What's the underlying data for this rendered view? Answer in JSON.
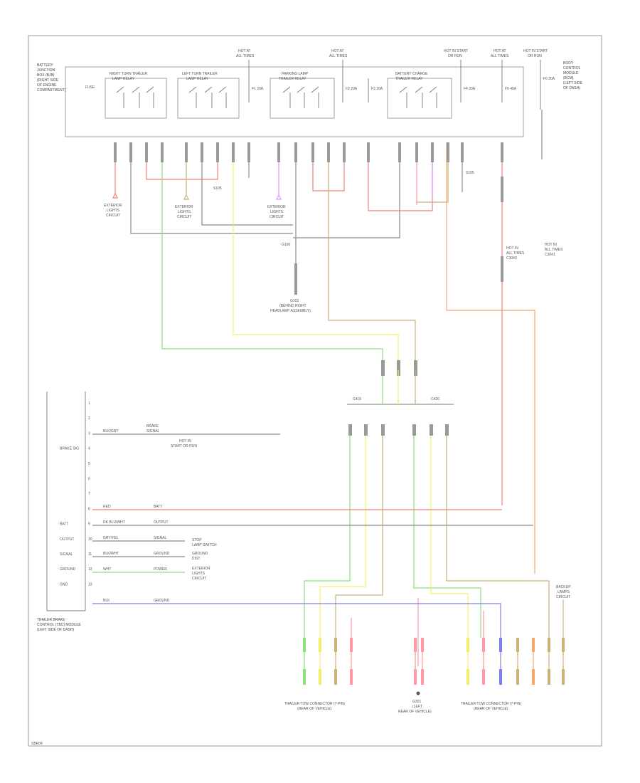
{
  "page": {
    "footer_code": "SBR04"
  },
  "colors": {
    "red": "#f08080",
    "pink": "#ff9aa2",
    "green": "#8de07a",
    "yellow": "#f2ee6a",
    "tan": "#c8b27a",
    "orange": "#f5a86a",
    "violet": "#d99af5",
    "blue": "#7f7ff0",
    "gray": "#8a8a8a",
    "black": "#555555",
    "frame": "#9a9a9a"
  },
  "top_module": {
    "name_lines": [
      "BATTERY",
      "JUNCTION",
      "BOX (BJB)",
      "(RIGHT SIDE",
      "OF ENGINE",
      "COMPARTMENT)"
    ],
    "fuse_label": "FUSE",
    "relays": [
      {
        "name": "RIGHT TURN TRAILER",
        "sub": "LAMP RELAY"
      },
      {
        "name": "LEFT TURN TRAILER",
        "sub": "LAMP RELAY"
      },
      {
        "name": "PARKING LAMP",
        "sub": "TRAILER RELAY"
      },
      {
        "name": "BATTERY CHARGE",
        "sub": "TRAILER RELAY"
      }
    ],
    "feeds": [
      {
        "line1": "HOT AT",
        "line2": "ALL TIMES"
      },
      {
        "line1": "HOT AT",
        "line2": "ALL TIMES"
      },
      {
        "line1": "HOT IN START",
        "line2": "OR RUN"
      },
      {
        "line1": "HOT AT",
        "line2": "ALL TIMES"
      },
      {
        "line1": "HOT IN START",
        "line2": "OR RUN"
      }
    ],
    "fuses": [
      "F1 20A",
      "F2 20A",
      "F3 20A",
      "F4 20A",
      "F5 40A",
      "F6 20A"
    ],
    "right_box_lines": [
      "BODY",
      "CONTROL",
      "MODULE",
      "(BCM)",
      "(LEFT SIDE",
      "OF DASH)"
    ]
  },
  "refs": [
    {
      "line1": "EXTERIOR",
      "line2": "LIGHTS",
      "line3": "CIRCUIT"
    },
    {
      "line1": "EXTERIOR",
      "line2": "LIGHTS",
      "line3": "CIRCUIT"
    },
    {
      "line1": "EXTERIOR",
      "line2": "LIGHTS",
      "line3": "CIRCUIT"
    }
  ],
  "splices": [
    "S105",
    "G100"
  ],
  "ground": {
    "name": "G102",
    "line1": "(BEHIND RIGHT",
    "line2": "HEADLAMP ASSEMBLY)"
  },
  "right_refs": [
    {
      "line1": "HOT IN",
      "line2": "ALL TIMES",
      "line3": "C3040"
    },
    {
      "line1": "HOT IN",
      "line2": "ALL TIMES",
      "line3": "C3041"
    }
  ],
  "mid_connectors": [
    "C419",
    "C420"
  ],
  "trailer_module": {
    "name_lines": [
      "TRAILER BRAKE",
      "CONTROL (TBC) MODULE",
      "(LEFT SIDE OF DASH)"
    ],
    "pins": [
      "1",
      "2",
      "3",
      "4",
      "5",
      "6",
      "7",
      "8",
      "9",
      "10",
      "11",
      "12",
      "13"
    ],
    "pin_labels": [
      "",
      "",
      "",
      "BRAKE SIG",
      "",
      "",
      "",
      "",
      "BATT",
      "OUTPUT",
      "SIGNAL",
      "GROUND",
      "GND"
    ],
    "rows": [
      {
        "wire": "BLK/GRY",
        "desc": "BRAKE",
        "desc2": "SIGNAL"
      },
      {
        "wire": "RED",
        "desc": "BATT",
        "desc2": ""
      },
      {
        "wire": "DK BLU/WHT",
        "desc": "OUTPUT",
        "desc2": ""
      },
      {
        "wire": "GRY/YEL",
        "desc": "SIGNAL",
        "desc2": ""
      },
      {
        "wire": "BLK/WHT",
        "desc": "GROUND",
        "desc2": ""
      },
      {
        "wire": "WHT",
        "desc": "POWER",
        "desc2": ""
      },
      {
        "wire": "BLK",
        "desc": "GROUND",
        "desc2": ""
      }
    ],
    "brake_ref": {
      "line1": "HOT IN",
      "line2": "START OR RUN"
    },
    "right_refs": [
      {
        "line1": "STOP",
        "line2": "LAMP SWITCH"
      },
      {
        "line1": "EXTERIOR",
        "line2": "LIGHTS",
        "line3": "CIRCUIT"
      },
      {
        "line1": "GROUND",
        "line2": "DIST"
      }
    ]
  },
  "bottom": {
    "left_connector": {
      "line1": "TRAILER TOW CONNECTOR (7-PIN)",
      "line2": "(REAR OF VEHICLE)"
    },
    "ground": {
      "name": "G301",
      "line1": "(LEFT",
      "line2": "REAR OF VEHICLE)"
    },
    "right_connector": {
      "line1": "TRAILER TOW CONNECTOR (7-PIN)",
      "line2": "(REAR OF VEHICLE)"
    },
    "right_top_ref": {
      "line1": "BACKUP",
      "line2": "LAMPS",
      "line3": "CIRCUIT"
    }
  }
}
